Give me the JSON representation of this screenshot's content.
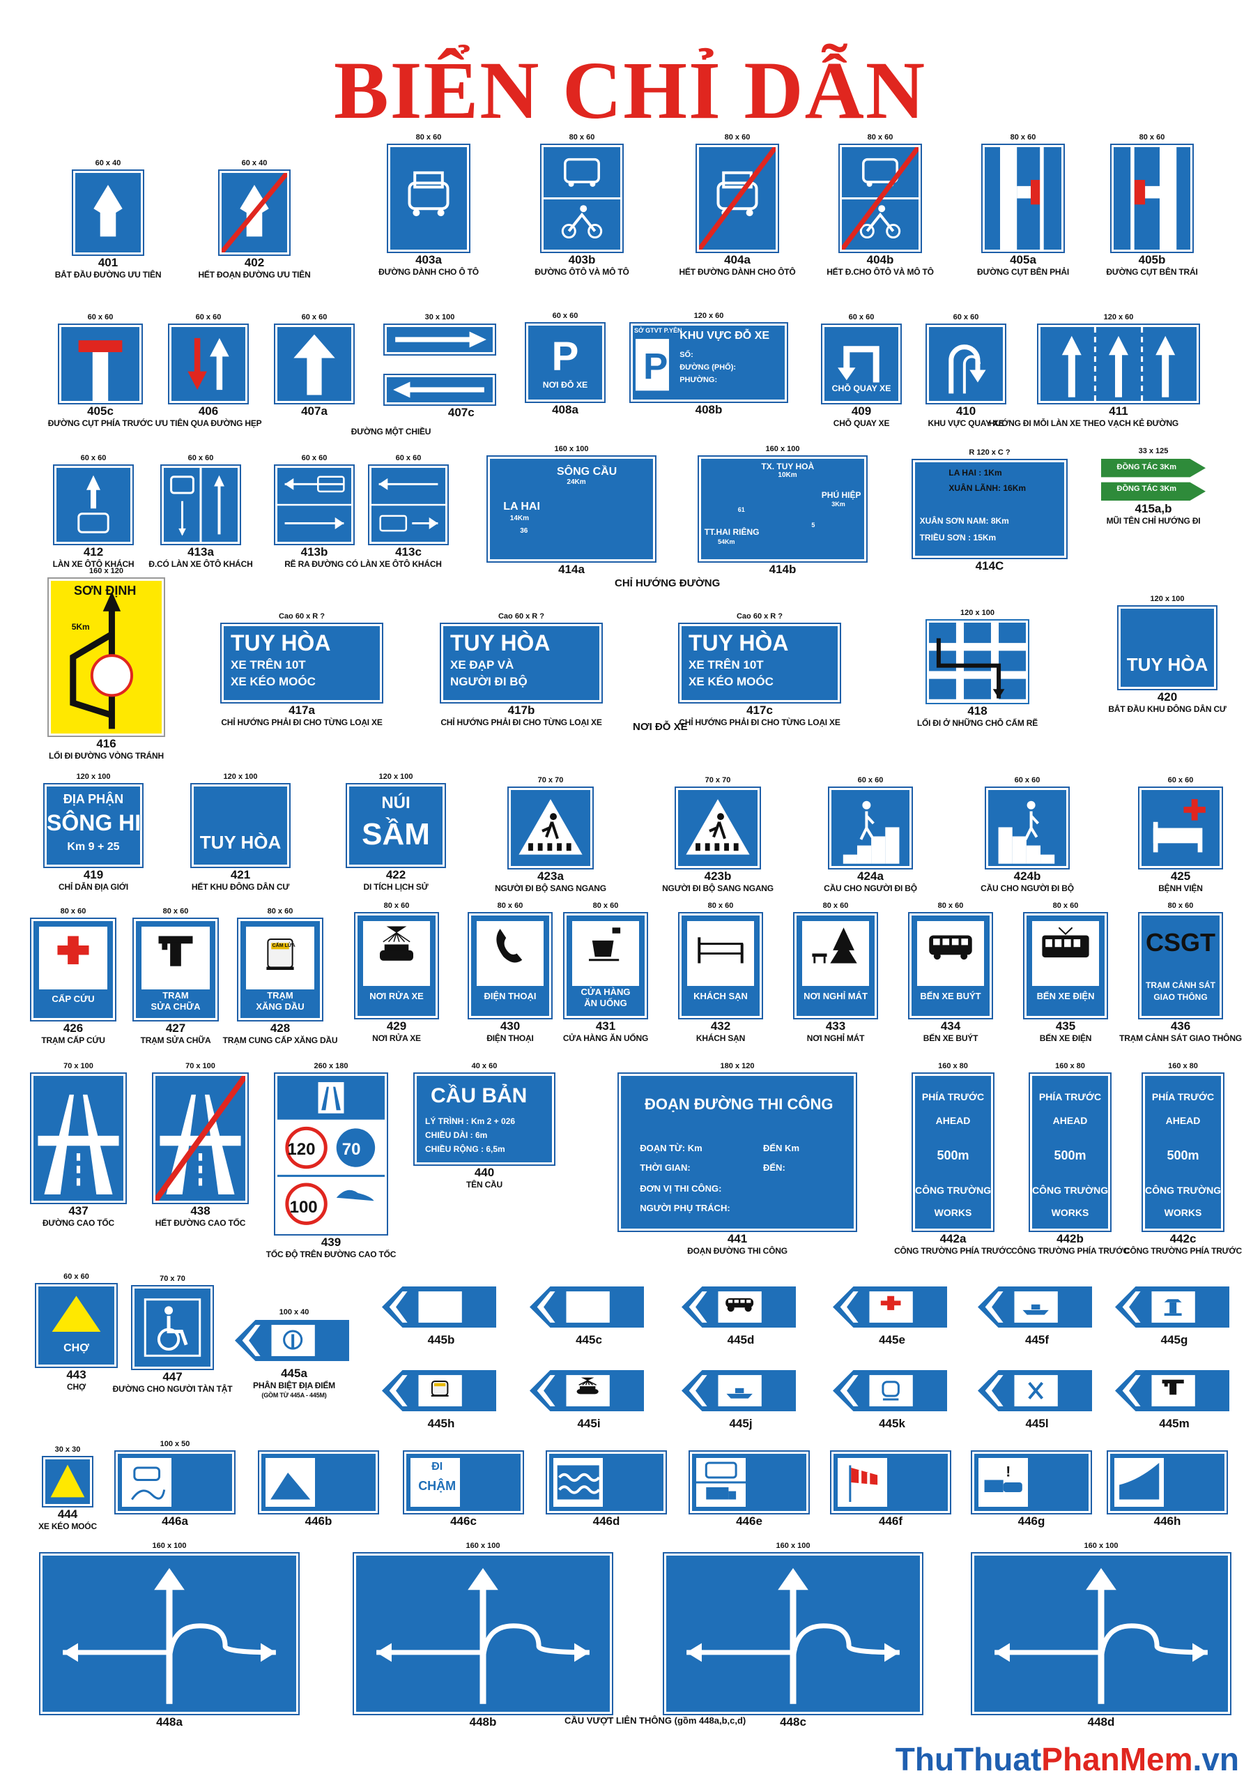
{
  "title": "BIỂN CHỈ DẪN",
  "footer": {
    "part1": "ThuThuat",
    "part2": "PhanMem",
    "part3": ".vn"
  },
  "groups": {
    "g408": "NƠI ĐỖ XE",
    "g414": "CHỈ HƯỚNG ĐƯỜNG",
    "g448": "CẦU VƯỢT LIÊN THÔNG (gồm 448a,b,c,d)"
  },
  "colors": {
    "blue": "#1f6fb8",
    "red": "#e0261f",
    "yellow": "#ffe800",
    "green": "#2e8b3a"
  },
  "signs": [
    {
      "id": "401",
      "size": "60 x 40",
      "label": "BẮT ĐẦU ĐƯỜNG ƯU TIÊN",
      "icon": "priority-road-icon"
    },
    {
      "id": "402",
      "size": "60 x 40",
      "label": "HẾT ĐOẠN ĐƯỜNG ƯU TIÊN",
      "icon": "end-priority-road-icon"
    },
    {
      "id": "403a",
      "size": "80 x 60",
      "label": "ĐƯỜNG DÀNH CHO Ô TÔ",
      "icon": "car-icon"
    },
    {
      "id": "403b",
      "size": "80 x 60",
      "label": "ĐƯỜNG ÔTÔ VÀ MÔ TÔ",
      "icon": "car-motorbike-icon"
    },
    {
      "id": "404a",
      "size": "80 x 60",
      "label": "HẾT ĐƯỜNG DÀNH CHO ÔTÔ",
      "icon": "end-car-road-icon"
    },
    {
      "id": "404b",
      "size": "80 x 60",
      "label": "HẾT Đ.CHO ÔTÔ VÀ MÔ TÔ",
      "icon": "end-car-motorbike-icon"
    },
    {
      "id": "405a",
      "size": "80 x 60",
      "label": "ĐƯỜNG CỤT BÊN PHẢI",
      "icon": "dead-end-right-icon"
    },
    {
      "id": "405b",
      "size": "80 x 60",
      "label": "ĐƯỜNG CỤT BÊN TRÁI",
      "icon": "dead-end-left-icon"
    },
    {
      "id": "405c",
      "size": "60 x 60",
      "label": "ĐƯỜNG CỤT PHÍA TRƯỚC",
      "icon": "dead-end-ahead-icon"
    },
    {
      "id": "406",
      "size": "60 x 60",
      "label": "ƯU TIÊN QUA ĐƯỜNG HẸP",
      "icon": "narrow-road-priority-icon"
    },
    {
      "id": "407a",
      "size": "60 x 60",
      "label": "ĐƯỜNG MỘT CHIỀU",
      "icon": "one-way-arrow-icon"
    },
    {
      "id": "407b",
      "size": "30 x 100",
      "label": "",
      "icon": "one-way-right-icon"
    },
    {
      "id": "407c",
      "size": "",
      "label": "",
      "icon": "one-way-left-icon"
    },
    {
      "id": "408a",
      "size": "60 x 60",
      "label": "",
      "icon": "parking-icon",
      "text": "NƠI ĐỖ XE"
    },
    {
      "id": "408b",
      "size": "120 x 60",
      "label": "",
      "icon": "parking-zone-icon",
      "text": "KHU VỰC ĐỖ XE",
      "lines": [
        "SỐ:",
        "ĐƯỜNG (PHỐ):",
        "PHƯỜNG:"
      ],
      "side": "SỞ GTVT P.YÊN"
    },
    {
      "id": "409",
      "size": "60 x 60",
      "label": "CHỖ QUAY XE",
      "icon": "u-turn-icon",
      "text": "CHỖ QUAY XE"
    },
    {
      "id": "410",
      "size": "60 x 60",
      "label": "KHU VỰC QUAY XE",
      "icon": "u-turn-area-icon"
    },
    {
      "id": "411",
      "size": "120 x 60",
      "label": "HƯỚNG ĐI MỖI LÀN XE THEO VẠCH KẺ ĐƯỜNG",
      "icon": "lane-directions-icon"
    },
    {
      "id": "412",
      "size": "60 x 60",
      "label": "LÀN XE ÔTÔ KHÁCH",
      "icon": "bus-lane-icon"
    },
    {
      "id": "413a",
      "size": "60 x 60",
      "label": "Đ.CÓ LÀN XE ÔTÔ KHÁCH",
      "icon": "bus-lane-road-icon"
    },
    {
      "id": "413b",
      "size": "60 x 60",
      "label": "RẼ RA ĐƯỜNG CÓ LÀN XE ÔTÔ KHÁCH",
      "icon": "turn-bus-lane-left-icon"
    },
    {
      "id": "413c",
      "size": "60 x 60",
      "label": "",
      "icon": "turn-bus-lane-right-icon"
    },
    {
      "id": "414a",
      "size": "160 x 100",
      "label": "",
      "icon": "direction-sign-icon",
      "lines": [
        "SÔNG CẦU",
        "24Km",
        "LA HAI",
        "14Km",
        "36"
      ]
    },
    {
      "id": "414b",
      "size": "160 x 100",
      "label": "",
      "icon": "direction-sign-icon",
      "lines": [
        "TX. TUY HOÀ",
        "10Km",
        "PHÚ HIỆP",
        "3Km",
        "TT.HAI RIÊNG",
        "54Km",
        "61",
        "5"
      ]
    },
    {
      "id": "414C",
      "size": "R 120 x C ?",
      "label": "",
      "icon": "distance-sign-icon",
      "lines": [
        "LA HAI      : 1Km",
        "XUÂN LÃNH: 16Km",
        "XUÂN SƠN NAM: 8Km",
        "TRIỀU SƠN      : 15Km"
      ]
    },
    {
      "id": "415a,b",
      "size": "33 x 125",
      "label": "MŨI TÊN CHỈ HƯỚNG ĐI",
      "icon": "arrow-direction-icon",
      "lines": [
        "ĐỒNG TÁC 3Km",
        "ĐỒNG TÁC 3Km"
      ]
    },
    {
      "id": "416",
      "size": "160 x 120",
      "label": "LỐI ĐI ĐƯỜNG VÒNG TRÁNH",
      "icon": "detour-icon",
      "lines": [
        "SƠN ĐỊNH",
        "5Km"
      ]
    },
    {
      "id": "417a",
      "size": "Cao 60 x R ?",
      "label": "CHỈ HƯỚNG PHẢI ĐI CHO TỪNG LOẠI XE",
      "icon": "vehicle-direction-up-icon",
      "lines": [
        "TUY HÒA",
        "XE TRÊN 10T",
        "XE KÉO MOÓC"
      ]
    },
    {
      "id": "417b",
      "size": "Cao 60 x R ?",
      "label": "CHỈ HƯỚNG PHẢI ĐI CHO TỪNG LOẠI XE",
      "icon": "vehicle-direction-right-icon",
      "lines": [
        "TUY HÒA",
        "XE ĐẠP VÀ",
        "NGƯỜI ĐI BỘ"
      ]
    },
    {
      "id": "417c",
      "size": "Cao 60 x R ?",
      "label": "CHỈ HƯỚNG PHẢI ĐI CHO TỪNG LOẠI XE",
      "icon": "vehicle-direction-right-icon",
      "lines": [
        "TUY HÒA",
        "XE TRÊN 10T",
        "XE KÉO MOÓC"
      ]
    },
    {
      "id": "418",
      "size": "120 x 100",
      "label": "LỐI ĐI Ở NHỮNG CHỖ CẤM RẼ",
      "icon": "no-turn-route-icon"
    },
    {
      "id": "420",
      "size": "120 x 100",
      "label": "BẮT ĐẦU KHU ĐÔNG DÂN CƯ",
      "icon": "city-icon",
      "text": "TUY HÒA"
    },
    {
      "id": "419",
      "size": "120 x 100",
      "label": "CHỈ DẪN ĐỊA GIỚI",
      "icon": "boundary-icon",
      "lines": [
        "ĐỊA PHẬN",
        "SÔNG HINH",
        "Km 9 + 25"
      ]
    },
    {
      "id": "421",
      "size": "120 x 100",
      "label": "HẾT KHU ĐÔNG DÂN CƯ",
      "icon": "end-city-icon",
      "text": "TUY HÒA"
    },
    {
      "id": "422",
      "size": "120 x 100",
      "label": "DI TÍCH LỊCH SỬ",
      "icon": "historic-site-icon",
      "lines": [
        "NÚI",
        "SẦM"
      ]
    },
    {
      "id": "423a",
      "size": "70 x 70",
      "label": "NGƯỜI ĐI BỘ SANG NGANG",
      "icon": "pedestrian-crossing-icon"
    },
    {
      "id": "423b",
      "size": "70 x 70",
      "label": "NGƯỜI ĐI BỘ SANG NGANG",
      "icon": "pedestrian-crossing-icon"
    },
    {
      "id": "424a",
      "size": "60 x 60",
      "label": "CẦU CHO NGƯỜI ĐI BỘ",
      "icon": "footbridge-up-icon"
    },
    {
      "id": "424b",
      "size": "60 x 60",
      "label": "CẦU CHO NGƯỜI ĐI BỘ",
      "icon": "footbridge-down-icon"
    },
    {
      "id": "425",
      "size": "60 x 60",
      "label": "BỆNH VIỆN",
      "icon": "hospital-icon"
    },
    {
      "id": "426",
      "size": "80 x 60",
      "label": "TRẠM CẤP CỨU",
      "icon": "first-aid-icon",
      "text": "CẤP CỨU"
    },
    {
      "id": "427",
      "size": "80 x 60",
      "label": "TRẠM SỬA CHỮA",
      "icon": "repair-icon",
      "lines": [
        "TRẠM",
        "SỬA CHỮA"
      ]
    },
    {
      "id": "428",
      "size": "80 x 60",
      "label": "TRẠM CUNG CẤP XĂNG DẦU",
      "icon": "fuel-icon",
      "lines": [
        "TRẠM",
        "XĂNG DẦU",
        "CẤM LỬA"
      ]
    },
    {
      "id": "429",
      "size": "80 x 60",
      "label": "NƠI RỬA XE",
      "icon": "car-wash-icon",
      "text": "NƠI RỬA XE"
    },
    {
      "id": "430",
      "size": "80 x 60",
      "label": "ĐIỆN THOẠI",
      "icon": "phone-icon",
      "text": "ĐIỆN THOẠI"
    },
    {
      "id": "431",
      "size": "80 x 60",
      "label": "CỬA HÀNG ĂN UỐNG",
      "icon": "cafe-icon",
      "lines": [
        "CỬA HÀNG",
        "ĂN UỐNG"
      ]
    },
    {
      "id": "432",
      "size": "80 x 60",
      "label": "KHÁCH SẠN",
      "icon": "hotel-icon",
      "text": "KHÁCH SẠN"
    },
    {
      "id": "433",
      "size": "80 x 60",
      "label": "NƠI NGHỈ MÁT",
      "icon": "rest-area-icon",
      "text": "NƠI NGHỈ MÁT"
    },
    {
      "id": "434",
      "size": "80 x 60",
      "label": "BẾN XE BUÝT",
      "icon": "bus-icon",
      "text": "BẾN XE BUÝT"
    },
    {
      "id": "435",
      "size": "80 x 60",
      "label": "BẾN XE ĐIỆN",
      "icon": "tram-icon",
      "text": "BẾN XE ĐIỆN"
    },
    {
      "id": "436",
      "size": "80 x 60",
      "label": "TRẠM CẢNH SÁT GIAO THÔNG",
      "icon": "police-icon",
      "lines": [
        "CSGT",
        "TRẠM CẢNH SÁT",
        "GIAO THÔNG"
      ]
    },
    {
      "id": "437",
      "size": "70 x 100",
      "label": "ĐƯỜNG CAO TỐC",
      "icon": "highway-icon"
    },
    {
      "id": "438",
      "size": "70 x 100",
      "label": "HẾT ĐƯỜNG CAO TỐC",
      "icon": "end-highway-icon"
    },
    {
      "id": "439",
      "size": "260 x 180",
      "label": "TỐC ĐỘ TRÊN ĐƯỜNG CAO TỐC",
      "icon": "highway-speed-icon",
      "lines": [
        "120",
        "70",
        "100"
      ]
    },
    {
      "id": "440",
      "size": "40 x 60",
      "label": "TÊN CẦU",
      "icon": "bridge-name-icon",
      "lines": [
        "CẦU BẢN",
        "LÝ TRÌNH    :  Km 2  +  026",
        "CHIỀU DÀI   :  6m",
        "CHIỀU RỘNG :  6,5m"
      ]
    },
    {
      "id": "441",
      "size": "180 x 120",
      "label": "ĐOẠN ĐƯỜNG THI CÔNG",
      "icon": "roadworks-info-icon",
      "lines": [
        "ĐOẠN ĐƯỜNG THI CÔNG",
        "ĐOẠN TỪ: Km",
        "ĐẾN Km",
        "THỜI GIAN:",
        "ĐẾN:",
        "ĐƠN VỊ THI CÔNG:",
        "NGƯỜI PHỤ TRÁCH:"
      ]
    },
    {
      "id": "442a",
      "size": "160 x 80",
      "label": "CÔNG TRƯỜNG PHÍA TRƯỚC",
      "icon": "worksite-ahead-icon",
      "lines": [
        "PHÍA TRƯỚC",
        "AHEAD",
        "500m",
        "CÔNG TRƯỜNG",
        "WORKS"
      ]
    },
    {
      "id": "442b",
      "size": "160 x 80",
      "label": "CÔNG TRƯỜNG PHÍA TRƯỚC",
      "icon": "worksite-ahead-icon",
      "lines": [
        "PHÍA TRƯỚC",
        "AHEAD",
        "500m",
        "CÔNG TRƯỜNG",
        "WORKS"
      ]
    },
    {
      "id": "442c",
      "size": "160 x 80",
      "label": "CÔNG TRƯỜNG PHÍA TRƯỚC",
      "icon": "worksite-ahead-icon",
      "lines": [
        "PHÍA TRƯỚC",
        "AHEAD",
        "500m",
        "CÔNG TRƯỜNG",
        "WORKS"
      ]
    },
    {
      "id": "443",
      "size": "60 x 60",
      "label": "CHỢ",
      "icon": "market-icon",
      "text": "CHỢ"
    },
    {
      "id": "447",
      "size": "70 x 70",
      "label": "ĐƯỜNG CHO NGƯỜI TÀN TẬT",
      "icon": "wheelchair-icon"
    },
    {
      "id": "445a",
      "size": "100 x 40",
      "label": "PHÂN BIỆT ĐỊA ĐIỂM",
      "sub": "(GỒM TỪ 445A - 445M)",
      "icon": "place-arrow-icon"
    },
    {
      "id": "445b",
      "size": "",
      "label": "",
      "icon": "airport-icon"
    },
    {
      "id": "445c",
      "size": "",
      "label": "",
      "icon": "parking-icon"
    },
    {
      "id": "445d",
      "size": "",
      "label": "",
      "icon": "bus-icon"
    },
    {
      "id": "445e",
      "size": "",
      "label": "",
      "icon": "first-aid-icon"
    },
    {
      "id": "445f",
      "size": "",
      "label": "",
      "icon": "ferry-icon"
    },
    {
      "id": "445g",
      "size": "",
      "label": "",
      "icon": "temple-icon"
    },
    {
      "id": "445h",
      "size": "",
      "label": "",
      "icon": "fuel-icon"
    },
    {
      "id": "445i",
      "size": "",
      "label": "",
      "icon": "car-wash-icon"
    },
    {
      "id": "445j",
      "size": "",
      "label": "",
      "icon": "boat-icon"
    },
    {
      "id": "445k",
      "size": "",
      "label": "",
      "icon": "train-icon"
    },
    {
      "id": "445l",
      "size": "",
      "label": "",
      "icon": "restaurant-icon"
    },
    {
      "id": "445m",
      "size": "",
      "label": "",
      "icon": "repair-icon"
    },
    {
      "id": "444",
      "size": "30 x 30",
      "label": "XE KÉO MOÓC",
      "icon": "trailer-icon"
    },
    {
      "id": "446a",
      "size": "100 x 50",
      "label": "",
      "icon": "slippery-road-icon"
    },
    {
      "id": "446b",
      "size": "",
      "label": "",
      "icon": "slope-icon"
    },
    {
      "id": "446c",
      "size": "",
      "label": "",
      "icon": "slow-icon",
      "lines": [
        "ĐI",
        "CHẬM"
      ]
    },
    {
      "id": "446d",
      "size": "",
      "label": "",
      "icon": "water-icon"
    },
    {
      "id": "446e",
      "size": "",
      "label": "",
      "icon": "bus-truck-icon"
    },
    {
      "id": "446f",
      "size": "",
      "label": "",
      "icon": "wind-icon"
    },
    {
      "id": "446g",
      "size": "",
      "label": "",
      "icon": "accident-icon"
    },
    {
      "id": "446h",
      "size": "",
      "label": "",
      "icon": "steep-slope-icon"
    },
    {
      "id": "448a",
      "size": "160 x 100",
      "label": "",
      "icon": "interchange-icon"
    },
    {
      "id": "448b",
      "size": "160 x 100",
      "label": "",
      "icon": "interchange-icon"
    },
    {
      "id": "448c",
      "size": "160 x 100",
      "label": "",
      "icon": "interchange-icon"
    },
    {
      "id": "448d",
      "size": "160 x 100",
      "label": "",
      "icon": "interchange-icon"
    }
  ]
}
